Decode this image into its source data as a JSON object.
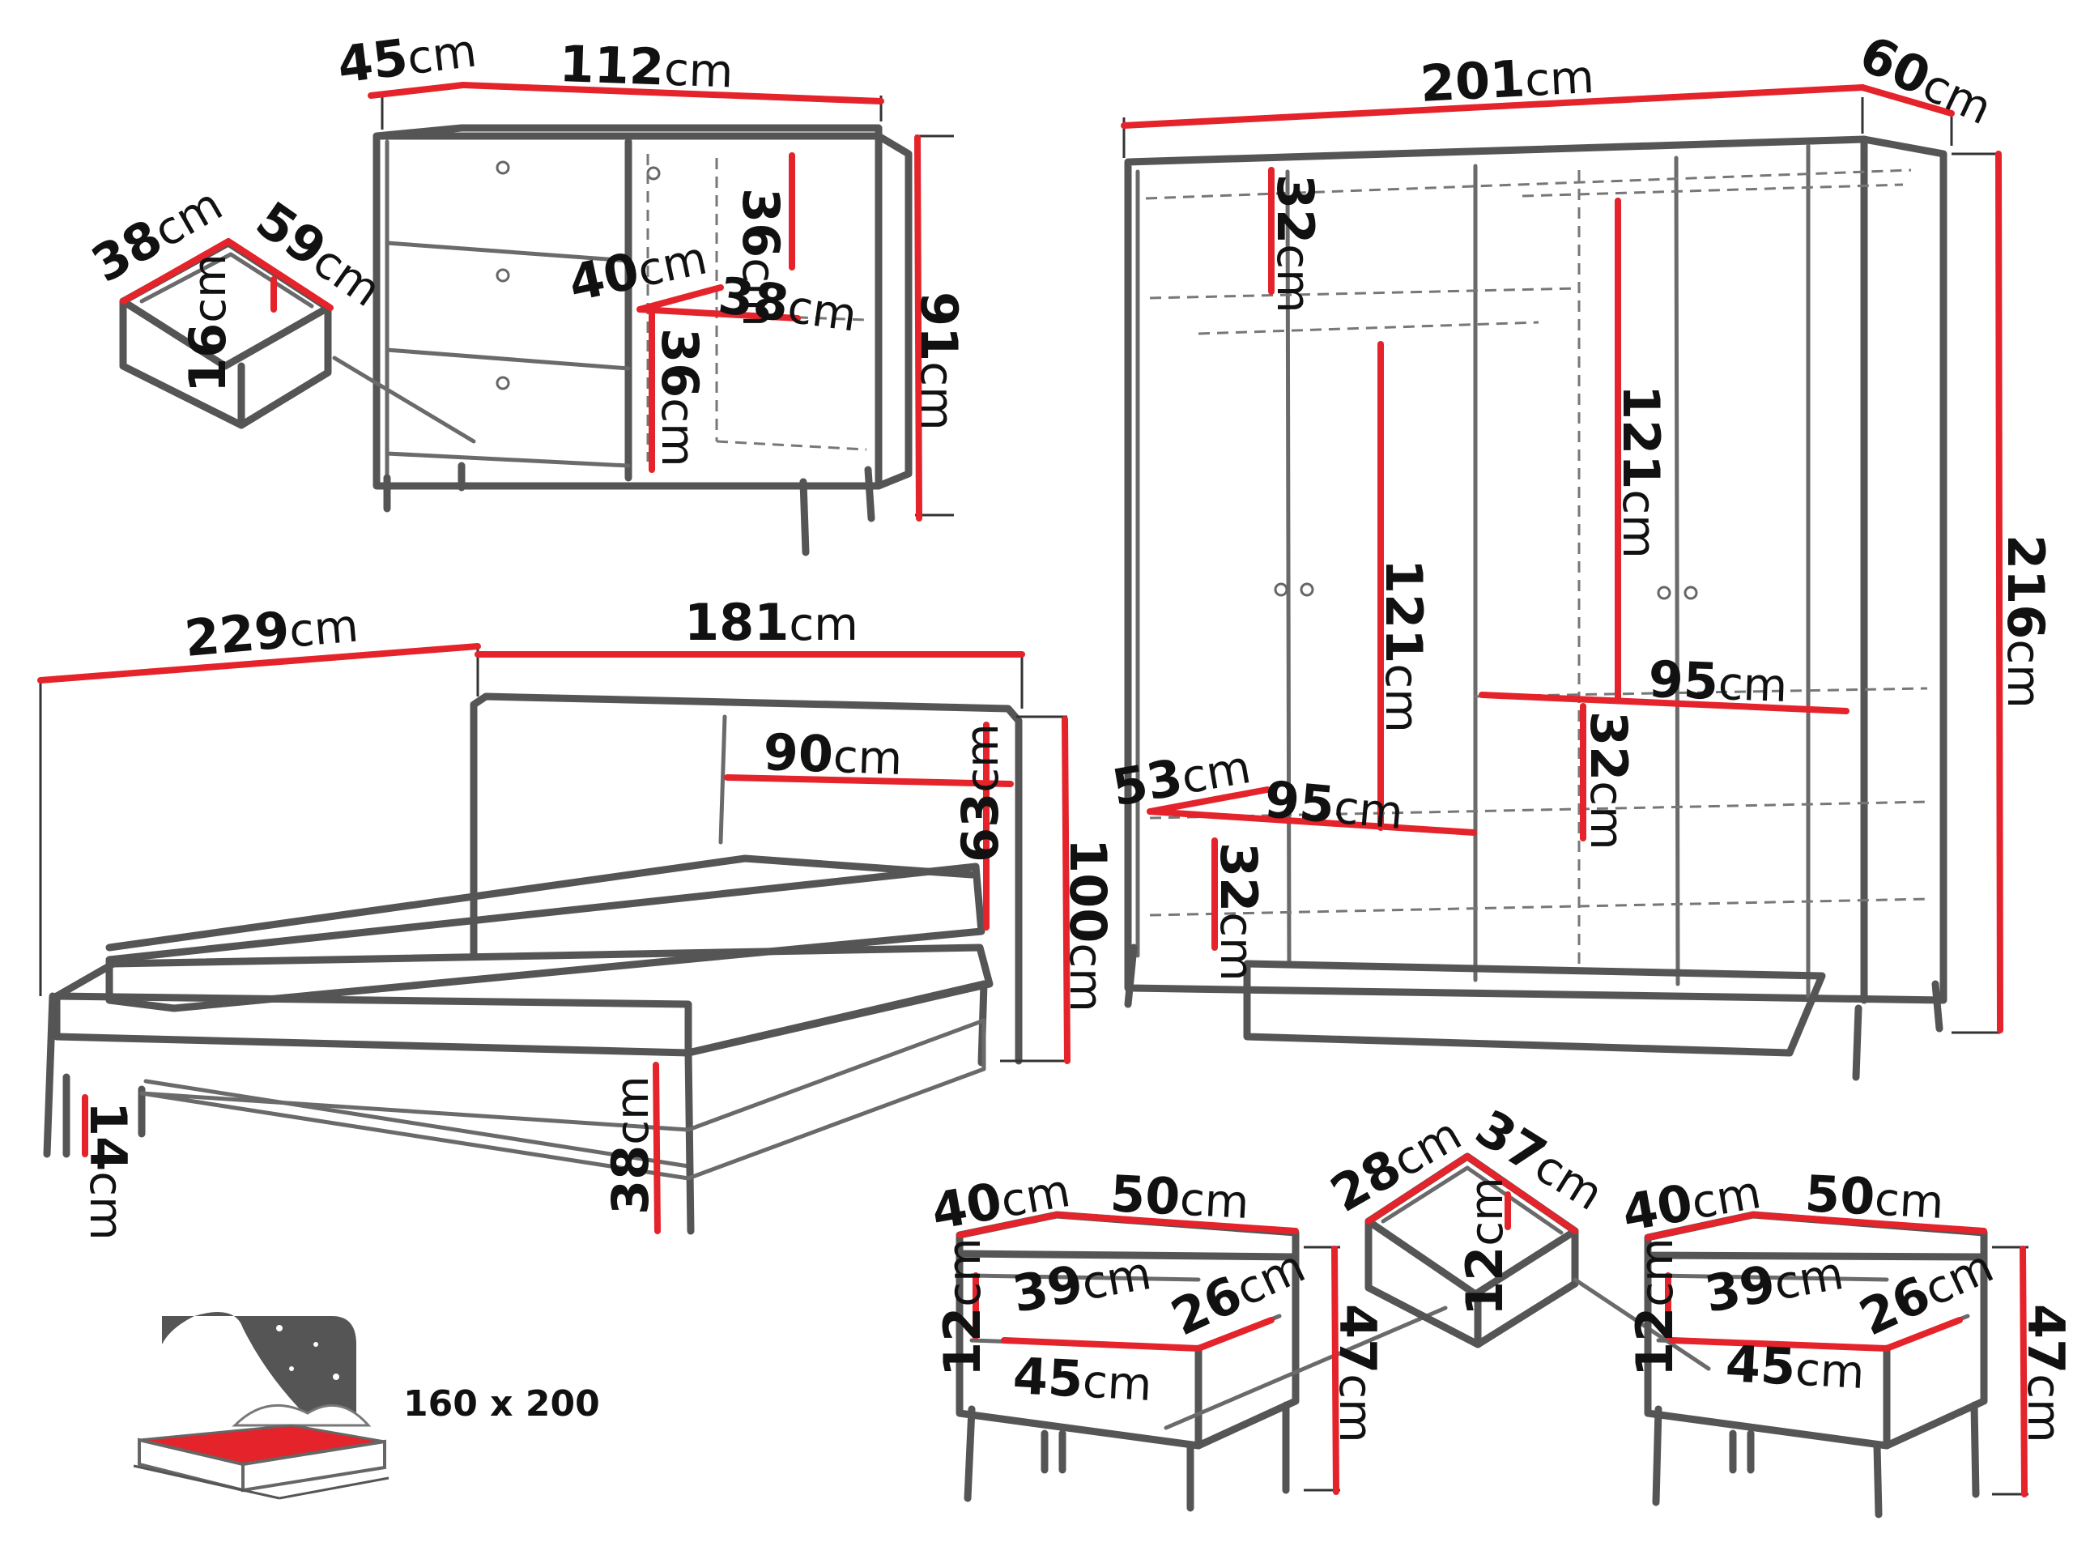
{
  "colors": {
    "dimension": "#e4232b",
    "outline": "#555555",
    "background": "#ffffff"
  },
  "icons": {
    "mattress": "mattress-night-sky-icon"
  },
  "dimensions": {
    "dresser": {
      "depth": "45",
      "width": "112",
      "height": "91",
      "drawer_depth": "40",
      "shelf_width": "38",
      "shelf_height_top": "36",
      "shelf_height_bottom": "36"
    },
    "dresser_drawer": {
      "width": "38",
      "depth": "59",
      "height": "16"
    },
    "wardrobe": {
      "width": "201",
      "depth": "60",
      "height": "216",
      "top_shelf": "32",
      "hang_left": "121",
      "hang_right": "121",
      "shelf_right": "95",
      "shelf_right_gap": "32",
      "shelf_left_depth": "53",
      "shelf_left_width": "95",
      "bottom_gap": "32"
    },
    "bed": {
      "length": "229",
      "width": "181",
      "headboard_width": "90",
      "headboard_height": "63",
      "height": "100",
      "frame_height": "38",
      "clearance": "14",
      "mattress_size": "160 x 200"
    },
    "nightstand_left": {
      "depth": "40",
      "width": "50",
      "drawer_height": "12",
      "drawer_width": "39",
      "drawer_depth": "26",
      "inner_width": "45",
      "height": "47"
    },
    "nightstand_drawer": {
      "width": "28",
      "depth": "37",
      "height": "12"
    },
    "nightstand_right": {
      "depth": "40",
      "width": "50",
      "drawer_height": "12",
      "drawer_width": "39",
      "drawer_depth": "26",
      "inner_width": "45",
      "height": "47"
    }
  },
  "unit": "cm"
}
